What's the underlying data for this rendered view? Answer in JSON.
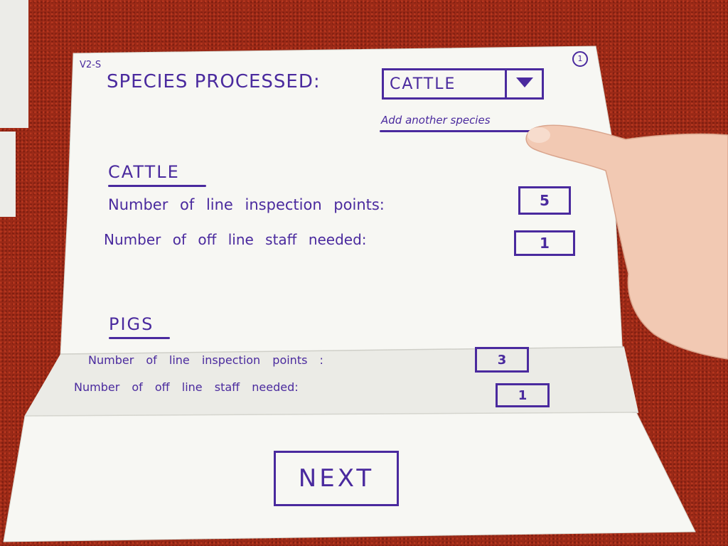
{
  "sheet": {
    "version": "V2-S",
    "page_number": "1"
  },
  "species_selector": {
    "label": "SPECIES PROCESSED:",
    "selected": "CATTLE",
    "add_link": "Add another species"
  },
  "sections": [
    {
      "title": "CATTLE",
      "inspection_label": "Number of line inspection points:",
      "inspection_value": "5",
      "staff_label": "Number of off line staff needed:",
      "staff_value": "1"
    },
    {
      "title": "PIGS",
      "inspection_label": "Number of line inspection points :",
      "inspection_value": "3",
      "staff_label": "Number of off line staff needed:",
      "staff_value": "1"
    }
  ],
  "next_button": "NEXT",
  "colors": {
    "ink": "#4a2a9e",
    "paper": "#f7f7f3",
    "carpet": "#9c2a17"
  }
}
